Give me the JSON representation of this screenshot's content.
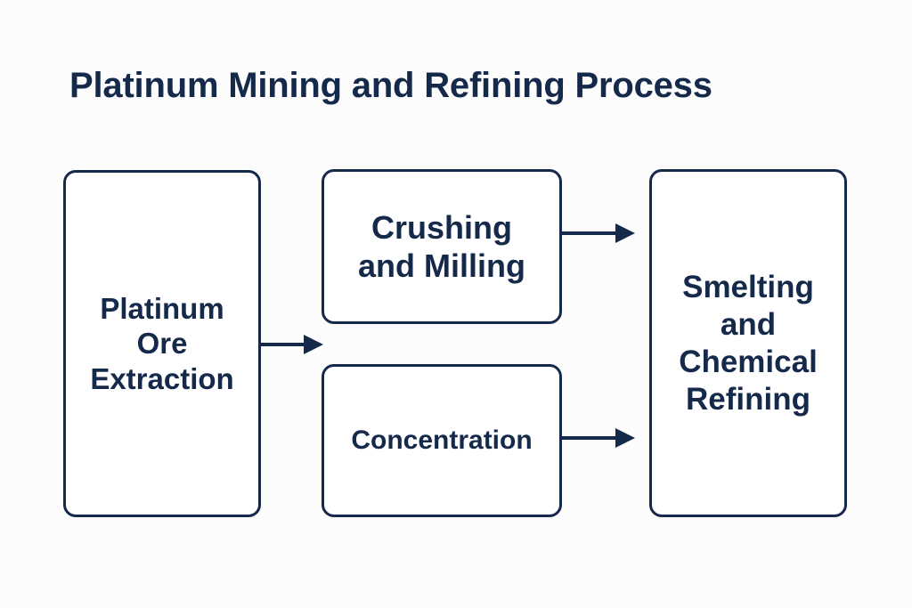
{
  "page": {
    "title": "Platinum Mining and Refining Process",
    "background_color": "#fcfcfc",
    "accent_color": "#15294b",
    "node_fill_color": "#ffffff"
  },
  "chart_data": {
    "type": "diagram",
    "diagram_kind": "process-flowchart",
    "title": "Platinum Mining and Refining Process",
    "orientation": "left-to-right",
    "nodes": [
      {
        "id": "extraction",
        "label": "Platinum\nOre\nExtraction",
        "text": "Platinum Ore Extraction",
        "column": 1,
        "shape": "rounded-rectangle"
      },
      {
        "id": "crushing",
        "label": "Crushing\nand Milling",
        "text": "Crushing and Milling",
        "column": 2,
        "row": 1,
        "shape": "rounded-rectangle"
      },
      {
        "id": "concentration",
        "label": "Concentration",
        "text": "Concentration",
        "column": 2,
        "row": 2,
        "shape": "rounded-rectangle"
      },
      {
        "id": "smelting",
        "label": "Smelting\nand\nChemical\nRefining",
        "text": "Smelting and Chemical Refining",
        "column": 3,
        "shape": "rounded-rectangle"
      }
    ],
    "edges": [
      {
        "from": "extraction",
        "to": "crushing",
        "style": "arrow"
      },
      {
        "from": "extraction",
        "to": "concentration",
        "style": "arrow"
      },
      {
        "from": "crushing",
        "to": "smelting",
        "style": "arrow"
      },
      {
        "from": "concentration",
        "to": "smelting",
        "style": "arrow"
      }
    ]
  }
}
